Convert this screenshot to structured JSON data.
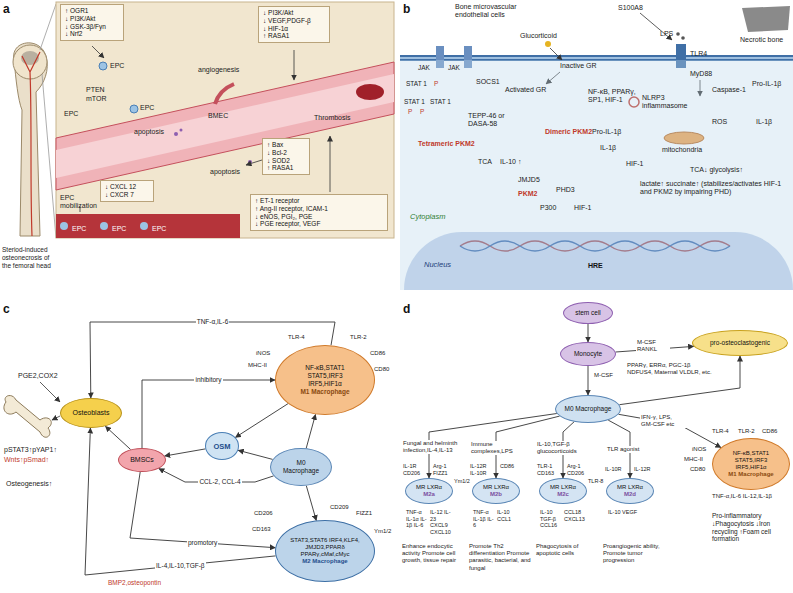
{
  "diagram": {
    "nodes": [
      {
        "text": [
          "↑ OGR1",
          "↓ PI3K/Akt",
          "↓ GSK-3β/Fyn",
          "↓ Nrf2"
        ]
      },
      {
        "text": [
          "↓ PI3K/Akt",
          "↓ VEGF,PDGF-β",
          "↓ HIF-1α",
          "↑ RASA1"
        ]
      },
      {
        "text": [
          "↓ CXCL 12",
          "↓ CXCR 7"
        ]
      },
      {
        "text": [
          "↑ Bax",
          "↓ Bcl-2",
          "↓ SOD2",
          "↑ RASA1"
        ]
      },
      {
        "text": [
          "↑ ET-1 receptor",
          "↑ Ang-II receptor, ICAM-1",
          "↓ eNOS, PGI₂, PGE",
          "↓ PGE receptor, VEGF"
        ]
      },
      {
        "text": [
          "Cytoplasm"
        ]
      },
      {
        "text": [
          "Nucleus"
        ],
        "in": 5
      },
      {
        "text": [
          "Osteoblasts"
        ]
      },
      {
        "text": [
          "BMSCs"
        ]
      },
      {
        "text": [
          "OSM"
        ]
      },
      {
        "text": [
          "NF-κB,STAT1 STAT5,IRF3 IRF5,HIF1α",
          "M1 Macrophage"
        ]
      },
      {
        "text": [
          "M0 Macrophage"
        ]
      },
      {
        "text": [
          "STAT3,STAT6 IRF4,KLF4, JMJD3,PPARδ PPARγ,cMaf,cMyc",
          "M2 Macrophage"
        ]
      },
      {
        "text": [
          "stem cell"
        ]
      },
      {
        "text": [
          "Monocyte"
        ]
      },
      {
        "text": [
          "M0 Macrophage"
        ]
      },
      {
        "text": [
          "pro-osteoclastogenic"
        ]
      },
      {
        "text": [
          "NF-κB,STAT1 STAT5,IRF3 IRF5,HIF1α",
          "M1 Macrophage"
        ]
      },
      {
        "text": [
          "MR LXRα",
          "M2a"
        ]
      },
      {
        "text": [
          "MR LXRα",
          "M2b"
        ]
      },
      {
        "text": [
          "MR LXRα",
          "M2c"
        ]
      },
      {
        "text": [
          "MR LXRα",
          "M2d"
        ]
      }
    ],
    "edges": [
      {
        "from": 10,
        "to": 7,
        "label": "TNF-α,IL-6",
        "arrow": "to"
      },
      {
        "from": 12,
        "to": 7,
        "label": "IL-4,IL-10,TGF-β",
        "arrow": "to"
      },
      {
        "from": 8,
        "to": 10,
        "label": "inhibitory",
        "arrow": "to"
      },
      {
        "from": 8,
        "to": 12,
        "label": "promotory",
        "arrow": "to"
      },
      {
        "from": 11,
        "to": 10,
        "arrow": "to"
      },
      {
        "from": 11,
        "to": 12,
        "arrow": "to"
      },
      {
        "from": 11,
        "to": 9,
        "arrow": "to"
      },
      {
        "from": 9,
        "to": 8,
        "arrow": "to"
      },
      {
        "from": 11,
        "to": 8,
        "label": "CCL-2, CCL-4",
        "arrow": "to"
      },
      {
        "from": 10,
        "to": 9,
        "arrow": "to"
      },
      {
        "from": 8,
        "to": 7,
        "arrow": "to"
      },
      {
        "from": 13,
        "to": 14,
        "arrow": "to"
      },
      {
        "from": 14,
        "to": 15,
        "label": "M-CSF",
        "arrow": "to"
      },
      {
        "from": 14,
        "to": 16,
        "label": "M-CSF RANKL",
        "arrow": "to"
      },
      {
        "from": 15,
        "to": 16,
        "label": "PPARγ, ERRα, PGC-1β NDFUS4, Maternal VLDLR, etc.",
        "arrow": "to"
      },
      {
        "from": 15,
        "to": 17,
        "label": "IFN-γ, LPS, GM-CSF etc",
        "arrow": "to"
      },
      {
        "from": 15,
        "to": 18,
        "label": "Fungal and helminth infection,IL-4,IL-13",
        "arrow": "to"
      },
      {
        "from": 15,
        "to": 19,
        "label": "Immune complexes,LPS",
        "arrow": "to"
      },
      {
        "from": 15,
        "to": 20,
        "label": "IL-10,TGF-β glucocorticoids",
        "arrow": "to"
      },
      {
        "from": 15,
        "to": 21,
        "label": "TLR agonist",
        "arrow": "to"
      }
    ],
    "labels": [
      "a",
      "Steriod-induced osteonecrosis of the femoral head",
      "angiogenesis",
      "EPC",
      "PTEN",
      "mTOR",
      "EPC",
      "EPC",
      "apoptosis",
      "BMEC",
      "apoptosis",
      "Thrombosis",
      "EPC mobilization",
      "EPC",
      "EPC",
      "EPC",
      "b",
      "Bone microvascular endothelial cells",
      "Glucorticoid",
      "S100A8",
      "LPS",
      "Necrotic bone",
      "TLR4",
      "MyD88",
      "JAK",
      "JAK",
      "SOCS1",
      "STAT 1",
      "P",
      "STAT 1",
      "P",
      "P",
      "STAT 1",
      "Inactive GR",
      "Activated GR",
      "NF-κB, PPARγ, SP1, HIF-1",
      "NLRP3 inflammasome",
      "Caspase-1",
      "Pro-IL-1β",
      "IL-1β",
      "ROS",
      "mitochondria",
      "TEPP-46 or DASA-58",
      "Tetrameric PKM2",
      "Dimeric PKM2",
      "TCA",
      "IL-10 ↑",
      "Pro-IL-1β",
      "IL-1β",
      "HIF-1",
      "JMJD5",
      "PKM2",
      "PHD3",
      "P300",
      "HIF-1",
      "TCA↓ glycolysis↑",
      "lactate↑ succinate↑ (stabilizes/activates HIF-1 and PKM2 by impairing PHD)",
      "HRE",
      "c",
      "PGE2,COX2",
      "pSTAT3↑pYAP1↑",
      "Wnts↑pSmad↑",
      "Osteogenesis↑",
      "BMP2,osteopontin",
      "TLR-4",
      "TLR-2",
      "iNOS",
      "CD86",
      "MHC-II",
      "CD80",
      "CD206",
      "CD209",
      "FIZZ1",
      "CD163",
      "Ym1/2",
      "d",
      "TLR-4",
      "TLR-2",
      "CD86",
      "iNOS",
      "MHC-II",
      "CD80",
      "TNF-α,IL-6 IL-12,IL-1β",
      "Pro-inflammatory ↓Phagocytosis ↓Iron recycling ↑Foam cell formation",
      "IL-1R",
      "CD206",
      "Arg-1",
      "FIZZ1",
      "Ym1/2",
      "IL-12R",
      "CD86",
      "IL-10R",
      "TLR-1",
      "Arg-1",
      "CD206",
      "CD163",
      "TLR-8",
      "IL-10R",
      "IL-12R",
      "TNF-α IL-1α IL-1β IL-6",
      "IL-12 IL-23 CXCL9 CXCL10",
      "TNF-α IL-1β IL-6",
      "IL-10 CCL1",
      "IL-10 TGF-β CCL16",
      "CCL18 CXCL13",
      "IL-10 VEGF",
      "Enhance endocytic activity Promote cell growth, tissue repair",
      "Promote Th2 differentiation Promote parasitic, bacterial, and fungal",
      "Phagocytosis of apoptotic cells",
      "Proangiogenic ability, Promote tumor progression"
    ]
  }
}
